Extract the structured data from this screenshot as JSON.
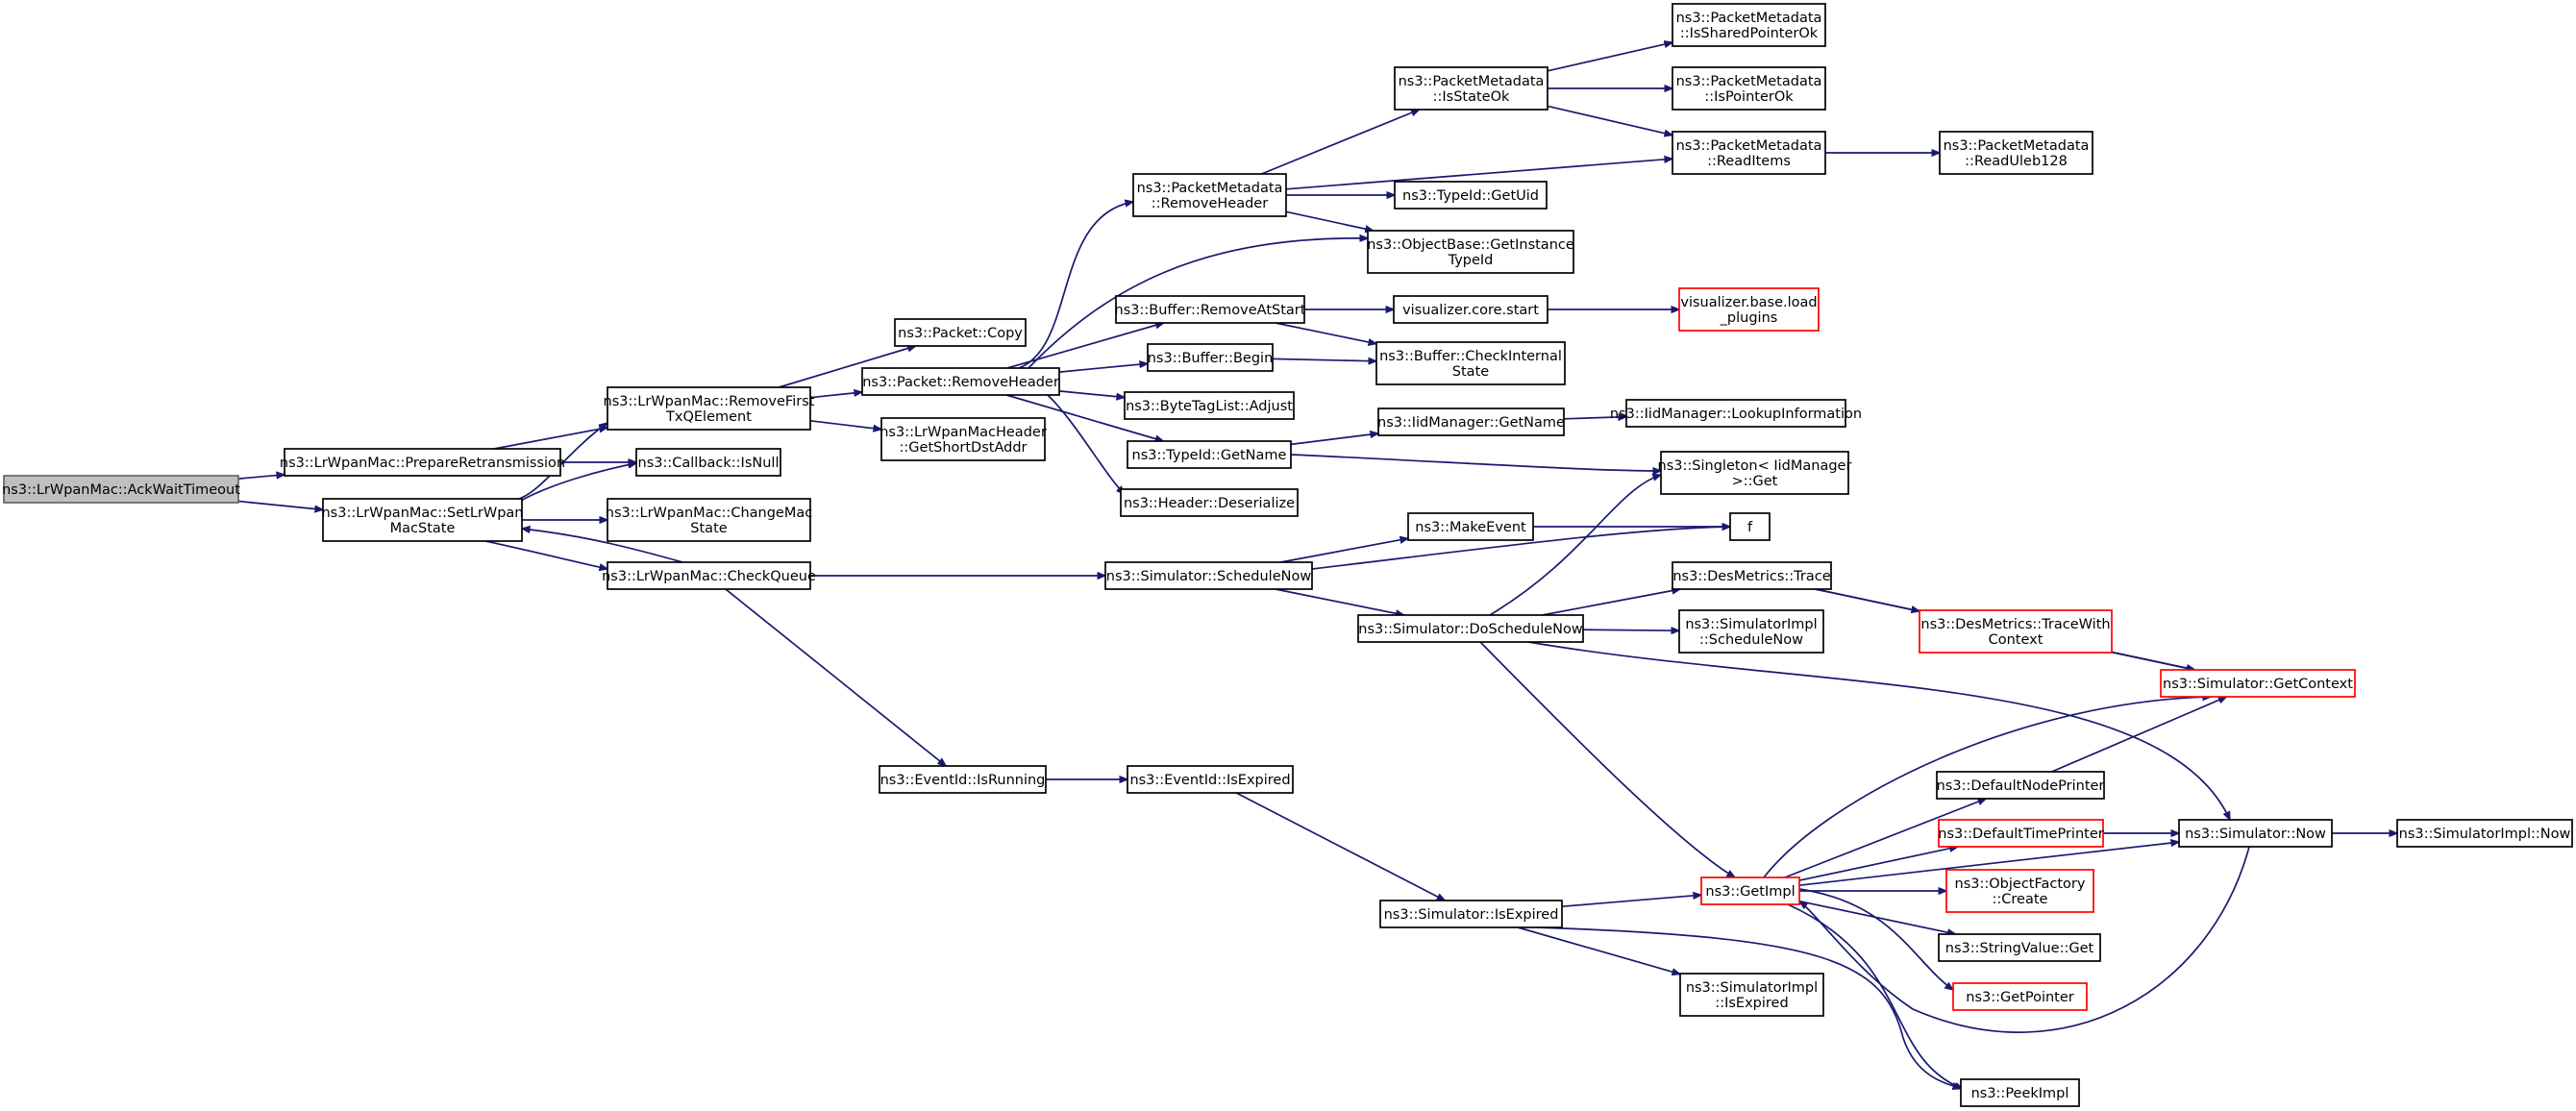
{
  "graph": {
    "nodes": [
      {
        "id": "ackwait",
        "lines": [
          "ns3::LrWpanMac::AckWaitTimeout"
        ],
        "border": "#666666",
        "fill": "#bfbfbf"
      },
      {
        "id": "prepare",
        "lines": [
          "ns3::LrWpanMac::PrepareRetransmission"
        ]
      },
      {
        "id": "setstate",
        "lines": [
          "ns3::LrWpanMac::SetLrWpan",
          "MacState"
        ]
      },
      {
        "id": "removefirst",
        "lines": [
          "ns3::LrWpanMac::RemoveFirst",
          "TxQElement"
        ]
      },
      {
        "id": "isnull",
        "lines": [
          "ns3::Callback::IsNull"
        ]
      },
      {
        "id": "changemac",
        "lines": [
          "ns3::LrWpanMac::ChangeMac",
          "State"
        ]
      },
      {
        "id": "checkqueue",
        "lines": [
          "ns3::LrWpanMac::CheckQueue"
        ]
      },
      {
        "id": "pktcopy",
        "lines": [
          "ns3::Packet::Copy"
        ]
      },
      {
        "id": "pktremovehdr",
        "lines": [
          "ns3::Packet::RemoveHeader"
        ]
      },
      {
        "id": "getshortdst",
        "lines": [
          "ns3::LrWpanMacHeader",
          "::GetShortDstAddr"
        ]
      },
      {
        "id": "isrunning",
        "lines": [
          "ns3::EventId::IsRunning"
        ]
      },
      {
        "id": "isexpired",
        "lines": [
          "ns3::EventId::IsExpired"
        ]
      },
      {
        "id": "pmremovehdr",
        "lines": [
          "ns3::PacketMetadata",
          "::RemoveHeader"
        ]
      },
      {
        "id": "bufremove",
        "lines": [
          "ns3::Buffer::RemoveAtStart"
        ]
      },
      {
        "id": "bufbegin",
        "lines": [
          "ns3::Buffer::Begin"
        ]
      },
      {
        "id": "adjust",
        "lines": [
          "ns3::ByteTagList::Adjust"
        ]
      },
      {
        "id": "getname",
        "lines": [
          "ns3::TypeId::GetName"
        ]
      },
      {
        "id": "deserialize",
        "lines": [
          "ns3::Header::Deserialize"
        ]
      },
      {
        "id": "schedulenow",
        "lines": [
          "ns3::Simulator::ScheduleNow"
        ]
      },
      {
        "id": "isstateok",
        "lines": [
          "ns3::PacketMetadata",
          "::IsStateOk"
        ]
      },
      {
        "id": "getuid",
        "lines": [
          "ns3::TypeId::GetUid"
        ]
      },
      {
        "id": "getinstance",
        "lines": [
          "ns3::ObjectBase::GetInstance",
          "TypeId"
        ]
      },
      {
        "id": "vizstart",
        "lines": [
          "visualizer.core.start"
        ]
      },
      {
        "id": "checkinternal",
        "lines": [
          "ns3::Buffer::CheckInternal",
          "State"
        ]
      },
      {
        "id": "iidgetname",
        "lines": [
          "ns3::IidManager::GetName"
        ]
      },
      {
        "id": "makeevent",
        "lines": [
          "ns3::MakeEvent"
        ]
      },
      {
        "id": "doschedulenow",
        "lines": [
          "ns3::Simulator::DoScheduleNow"
        ]
      },
      {
        "id": "simisexpired",
        "lines": [
          "ns3::Simulator::IsExpired"
        ]
      },
      {
        "id": "issharedptr",
        "lines": [
          "ns3::PacketMetadata",
          "::IsSharedPointerOk"
        ]
      },
      {
        "id": "ispointerok",
        "lines": [
          "ns3::PacketMetadata",
          "::IsPointerOk"
        ]
      },
      {
        "id": "readitems",
        "lines": [
          "ns3::PacketMetadata",
          "::ReadItems"
        ]
      },
      {
        "id": "vizload",
        "lines": [
          "visualizer.base.load",
          "_plugins"
        ],
        "border": "#ff0000"
      },
      {
        "id": "lookupinfo",
        "lines": [
          "ns3::IidManager::LookupInformation"
        ]
      },
      {
        "id": "singleton",
        "lines": [
          "ns3::Singleton< IidManager",
          ">::Get"
        ]
      },
      {
        "id": "f",
        "lines": [
          "f"
        ]
      },
      {
        "id": "destrace",
        "lines": [
          "ns3::DesMetrics::Trace"
        ]
      },
      {
        "id": "implschedulenow",
        "lines": [
          "ns3::SimulatorImpl",
          "::ScheduleNow"
        ]
      },
      {
        "id": "getimpl",
        "lines": [
          "ns3::GetImpl"
        ],
        "border": "#ff0000"
      },
      {
        "id": "implisexpired",
        "lines": [
          "ns3::SimulatorImpl",
          "::IsExpired"
        ]
      },
      {
        "id": "readuleb",
        "lines": [
          "ns3::PacketMetadata",
          "::ReadUleb128"
        ]
      },
      {
        "id": "tracewithctx",
        "lines": [
          "ns3::DesMetrics::TraceWith",
          "Context"
        ],
        "border": "#ff0000"
      },
      {
        "id": "getcontext",
        "lines": [
          "ns3::Simulator::GetContext"
        ],
        "border": "#ff0000"
      },
      {
        "id": "nodeprinter",
        "lines": [
          "ns3::DefaultNodePrinter"
        ]
      },
      {
        "id": "timeprinter",
        "lines": [
          "ns3::DefaultTimePrinter"
        ],
        "border": "#ff0000"
      },
      {
        "id": "objfactory",
        "lines": [
          "ns3::ObjectFactory",
          "::Create"
        ],
        "border": "#ff0000"
      },
      {
        "id": "stringvalue",
        "lines": [
          "ns3::StringValue::Get"
        ]
      },
      {
        "id": "getpointer",
        "lines": [
          "ns3::GetPointer"
        ],
        "border": "#ff0000"
      },
      {
        "id": "peekimpl",
        "lines": [
          "ns3::PeekImpl"
        ]
      },
      {
        "id": "simnow",
        "lines": [
          "ns3::Simulator::Now"
        ]
      },
      {
        "id": "implnow",
        "lines": [
          "ns3::SimulatorImpl::Now"
        ]
      }
    ],
    "edges": [
      [
        "ackwait",
        "prepare"
      ],
      [
        "ackwait",
        "setstate"
      ],
      [
        "prepare",
        "removefirst"
      ],
      [
        "prepare",
        "isnull"
      ],
      [
        "setstate",
        "removefirst"
      ],
      [
        "setstate",
        "isnull"
      ],
      [
        "setstate",
        "changemac"
      ],
      [
        "setstate",
        "checkqueue"
      ],
      [
        "checkqueue",
        "setstate"
      ],
      [
        "checkqueue",
        "schedulenow"
      ],
      [
        "checkqueue",
        "isrunning"
      ],
      [
        "removefirst",
        "pktcopy"
      ],
      [
        "removefirst",
        "pktremovehdr"
      ],
      [
        "removefirst",
        "getshortdst"
      ],
      [
        "pktremovehdr",
        "pmremovehdr"
      ],
      [
        "pktremovehdr",
        "getinstance"
      ],
      [
        "pktremovehdr",
        "bufremove"
      ],
      [
        "pktremovehdr",
        "bufbegin"
      ],
      [
        "pktremovehdr",
        "adjust"
      ],
      [
        "pktremovehdr",
        "getname"
      ],
      [
        "pktremovehdr",
        "deserialize"
      ],
      [
        "pmremovehdr",
        "isstateok"
      ],
      [
        "pmremovehdr",
        "readitems"
      ],
      [
        "pmremovehdr",
        "getuid"
      ],
      [
        "pmremovehdr",
        "getinstance"
      ],
      [
        "isstateok",
        "issharedptr"
      ],
      [
        "isstateok",
        "ispointerok"
      ],
      [
        "isstateok",
        "readitems"
      ],
      [
        "readitems",
        "readuleb"
      ],
      [
        "bufremove",
        "vizstart"
      ],
      [
        "bufremove",
        "checkinternal"
      ],
      [
        "bufbegin",
        "checkinternal"
      ],
      [
        "vizstart",
        "vizload"
      ],
      [
        "getname",
        "iidgetname"
      ],
      [
        "getname",
        "singleton"
      ],
      [
        "iidgetname",
        "lookupinfo"
      ],
      [
        "schedulenow",
        "makeevent"
      ],
      [
        "schedulenow",
        "f"
      ],
      [
        "schedulenow",
        "doschedulenow"
      ],
      [
        "makeevent",
        "f"
      ],
      [
        "doschedulenow",
        "singleton"
      ],
      [
        "doschedulenow",
        "destrace"
      ],
      [
        "doschedulenow",
        "implschedulenow"
      ],
      [
        "doschedulenow",
        "getimpl"
      ],
      [
        "doschedulenow",
        "simnow"
      ],
      [
        "destrace",
        "tracewithctx"
      ],
      [
        "destrace",
        "getcontext"
      ],
      [
        "tracewithctx",
        "getcontext"
      ],
      [
        "isrunning",
        "isexpired"
      ],
      [
        "isexpired",
        "simisexpired"
      ],
      [
        "simisexpired",
        "getimpl"
      ],
      [
        "simisexpired",
        "implisexpired"
      ],
      [
        "simisexpired",
        "peekimpl"
      ],
      [
        "getimpl",
        "getcontext"
      ],
      [
        "getimpl",
        "nodeprinter"
      ],
      [
        "getimpl",
        "timeprinter"
      ],
      [
        "getimpl",
        "objfactory"
      ],
      [
        "getimpl",
        "stringvalue"
      ],
      [
        "getimpl",
        "getpointer"
      ],
      [
        "getimpl",
        "peekimpl"
      ],
      [
        "getimpl",
        "simnow"
      ],
      [
        "nodeprinter",
        "getcontext"
      ],
      [
        "timeprinter",
        "simnow"
      ],
      [
        "simnow",
        "getimpl"
      ],
      [
        "simnow",
        "implnow"
      ]
    ]
  }
}
